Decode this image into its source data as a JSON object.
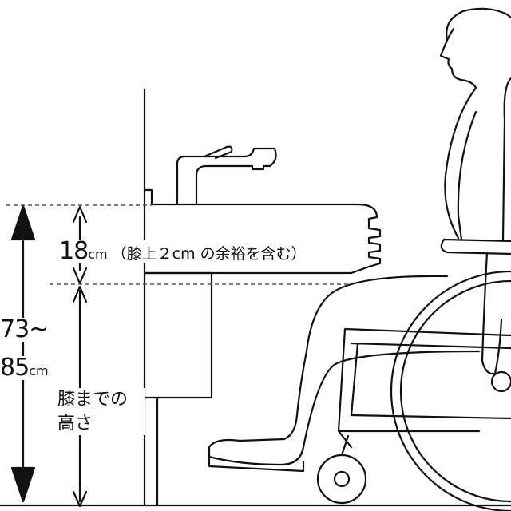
{
  "labels": {
    "gap_value": "18",
    "gap_unit": "cm",
    "gap_note": "（膝上２cm の余裕を含む）",
    "height_value_line1": "73~",
    "height_value_line2": "85",
    "height_unit": "cm",
    "knee_height_line1": "膝までの",
    "knee_height_line2": "高さ"
  },
  "colors": {
    "line": "#111111",
    "dashed": "#555555",
    "background": "#ffffff"
  }
}
